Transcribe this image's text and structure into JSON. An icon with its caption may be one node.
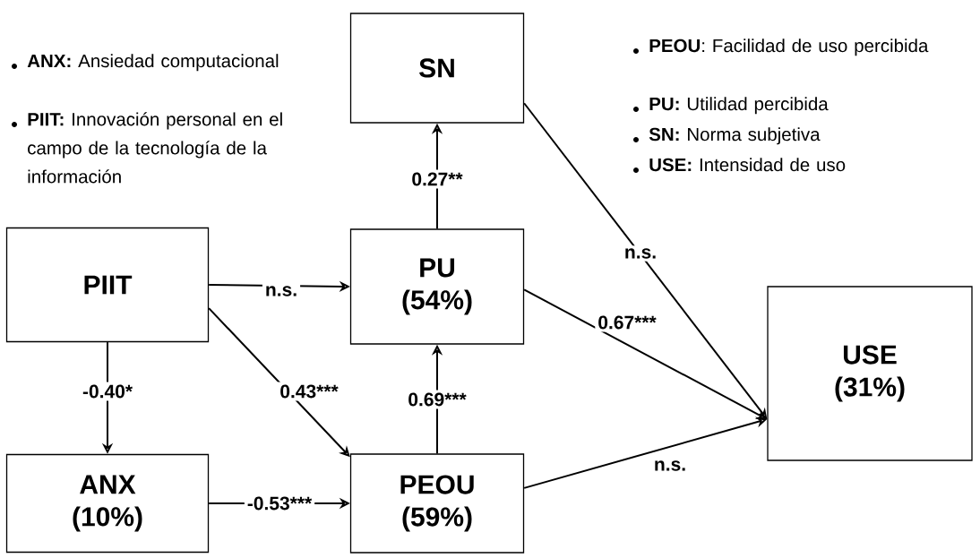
{
  "diagram": {
    "nodes": [
      {
        "text": [
          "SN"
        ]
      },
      {
        "text": [
          "PIIT"
        ]
      },
      {
        "text": [
          "PU",
          "(54%)"
        ]
      },
      {
        "text": [
          "USE",
          "(31%)"
        ]
      },
      {
        "text": [
          "ANX",
          "(10%)"
        ]
      },
      {
        "text": [
          "PEOU",
          "(59%)"
        ]
      }
    ],
    "edges": [
      {
        "from": 1,
        "to": 2,
        "arrow": "to",
        "label": "n.s."
      },
      {
        "from": 1,
        "to": 5,
        "arrow": "to",
        "label": "0.43***"
      },
      {
        "from": 1,
        "to": 4,
        "arrow": "to",
        "label": "-0.40*"
      },
      {
        "from": 4,
        "to": 5,
        "arrow": "to",
        "label": "-0.53***"
      },
      {
        "from": 5,
        "to": 2,
        "arrow": "to",
        "label": "0.69***"
      },
      {
        "from": 2,
        "to": 0,
        "arrow": "to",
        "label": "0.27**"
      },
      {
        "from": 0,
        "to": 3,
        "arrow": "to",
        "label": "n.s."
      },
      {
        "from": 2,
        "to": 3,
        "arrow": "to",
        "label": "0.67***"
      },
      {
        "from": 5,
        "to": 3,
        "arrow": "to",
        "label": "n.s."
      }
    ],
    "labels": [
      "**ANX:** Ansiedad computacional",
      "**PIIT:** Innovación personal en el campo de la tecnología de la información",
      "**PEOU**: Facilidad de uso percibida",
      "**PU:** Utilidad percibida",
      "**SN:** Norma subjetiva",
      "**USE:** Intensidad de uso"
    ]
  }
}
